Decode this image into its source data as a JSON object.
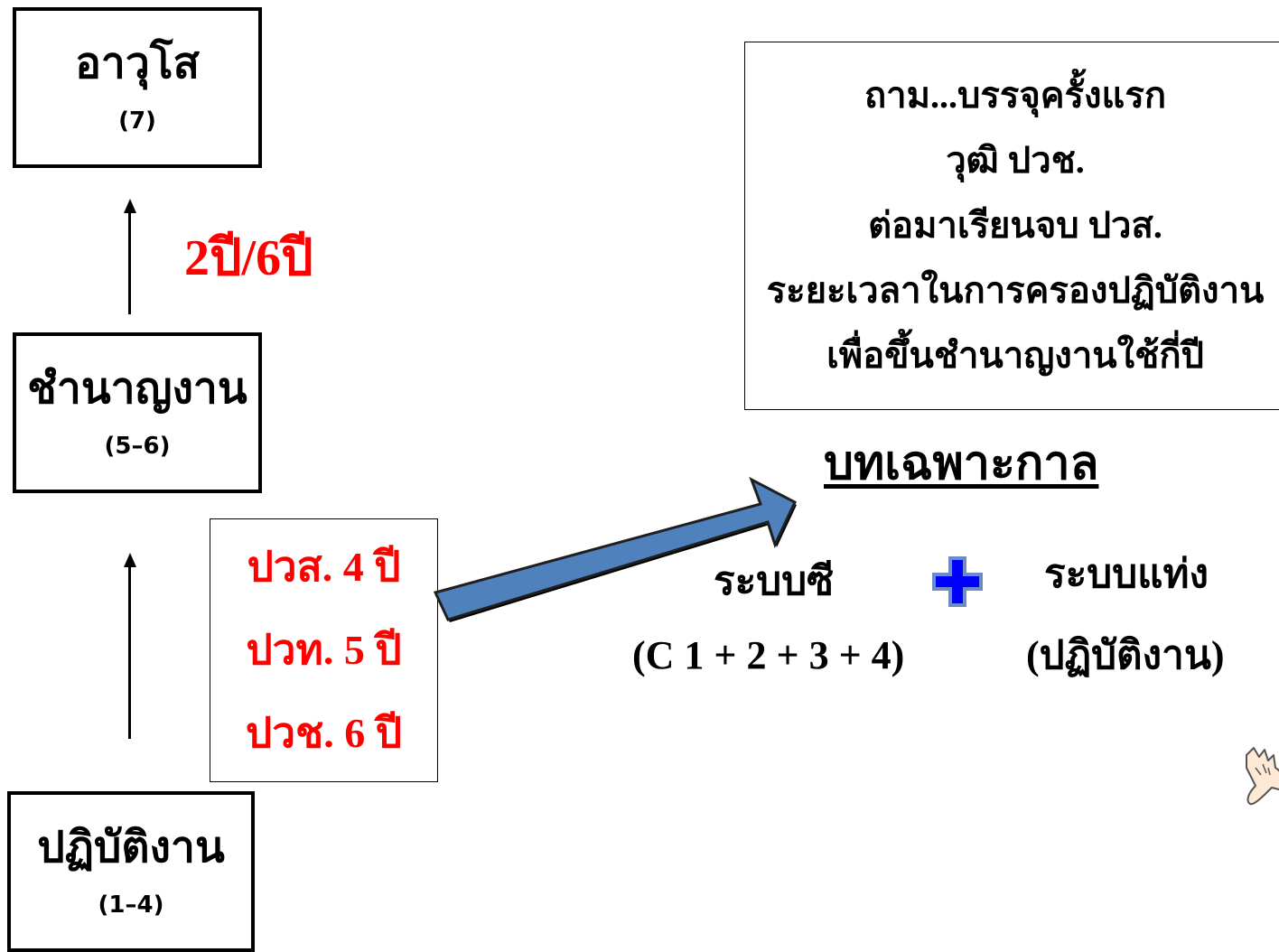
{
  "levels": {
    "top": {
      "title": "อาวุโส",
      "range": "(7)"
    },
    "middle": {
      "title": "ชำนาญงาน",
      "range": "(5–6)"
    },
    "bottom": {
      "title": "ปฏิบัติงาน",
      "range": "(1–4)"
    }
  },
  "promotion_label": "2ปี/6ปี",
  "education_requirements": [
    "ปวส. 4 ปี",
    "ปวท. 5 ปี",
    "ปวช. 6 ปี"
  ],
  "question_lines": [
    "ถาม...บรรจุครั้งแรก",
    "วุฒิ ปวช.",
    "ต่อมาเรียนจบ ปวส.",
    "ระยะเวลาในการครองปฏิบัติงาน",
    "เพื่อขึ้นชำนาญงานใช้กี่ปี"
  ],
  "transition_title": "บทเฉพาะกาล",
  "c_system": {
    "title": "ระบบซี",
    "formula": "(C 1 + 2 + 3 + 4)"
  },
  "bar_system": {
    "title": "ระบบแท่ง",
    "level": "(ปฏิบัติงาน)"
  },
  "colors": {
    "emphasis": "#ff0000",
    "arrow_fill": "#4f81bd",
    "plus": "#0000ff",
    "plus_outline": "#6b8cc7"
  },
  "icons": [
    "up-arrow-icon",
    "diagonal-arrow-icon",
    "plus-icon",
    "hand-icon"
  ]
}
